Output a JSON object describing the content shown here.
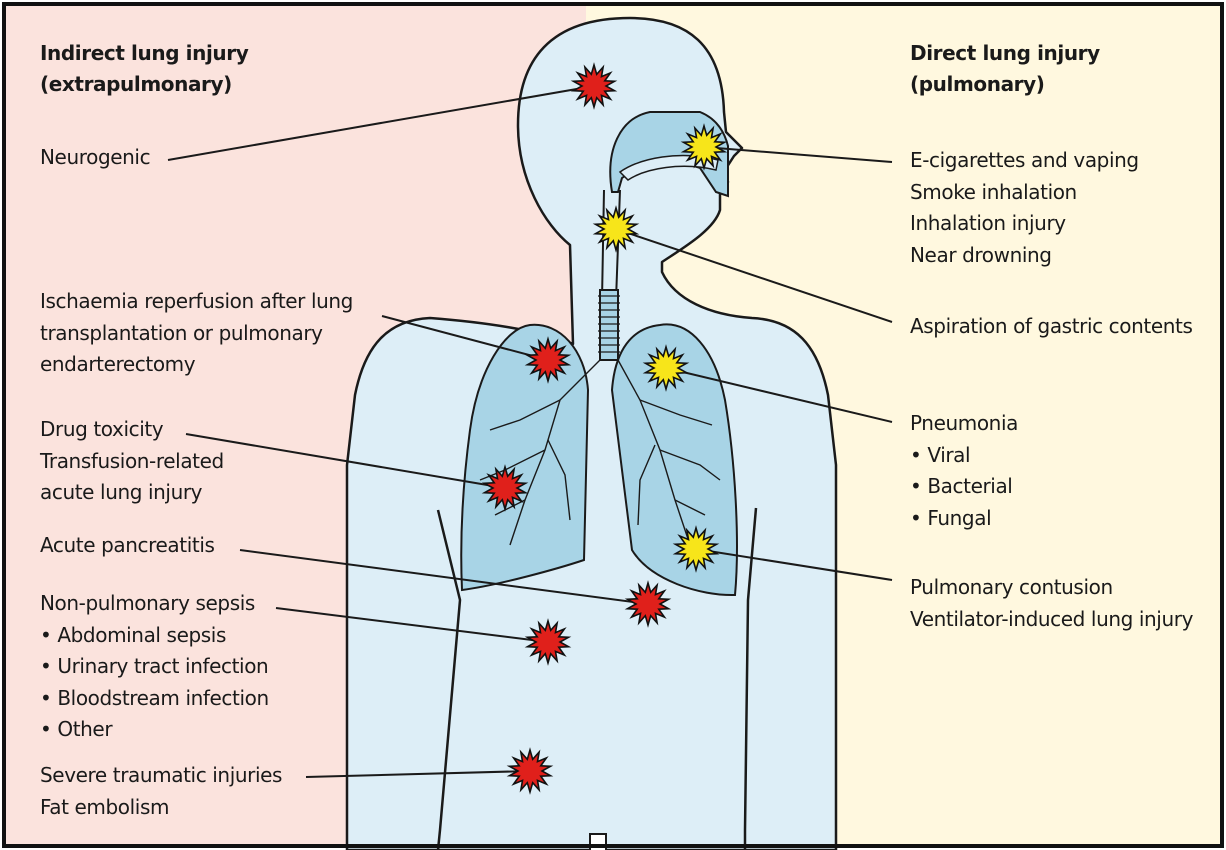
{
  "left_header": {
    "line1": "Indirect lung injury",
    "line2": "(extrapulmonary)"
  },
  "right_header": {
    "line1": "Direct lung injury",
    "line2": "(pulmonary)"
  },
  "left_labels": {
    "neurogenic": "Neurogenic",
    "ischaemia": [
      "Ischaemia reperfusion after lung",
      "transplantation or pulmonary",
      "endarterectomy"
    ],
    "drug": [
      "Drug toxicity",
      "Transfusion-related",
      "acute lung injury"
    ],
    "pancreatitis": "Acute pancreatitis",
    "sepsis": [
      "Non-pulmonary sepsis",
      "• Abdominal sepsis",
      "• Urinary tract infection",
      "• Bloodstream infection",
      "• Other"
    ],
    "trauma": [
      "Severe traumatic injuries",
      "Fat embolism"
    ]
  },
  "right_labels": {
    "inhalation": [
      "E-cigarettes and vaping",
      "Smoke inhalation",
      "Inhalation injury",
      "Near drowning"
    ],
    "aspiration": "Aspiration of gastric contents",
    "pneumonia": [
      "Pneumonia",
      "• Viral",
      "• Bacterial",
      "• Fungal"
    ],
    "contusion": [
      "Pulmonary contusion",
      "Ventilator-induced lung injury"
    ]
  },
  "colors": {
    "left_panel": "#fbe3dd",
    "right_panel": "#fff8df",
    "body_fill": "#ddeef7",
    "lung_fill": "#a8d4e6",
    "indirect_star": "#e0201b",
    "direct_star": "#f7e51a"
  }
}
